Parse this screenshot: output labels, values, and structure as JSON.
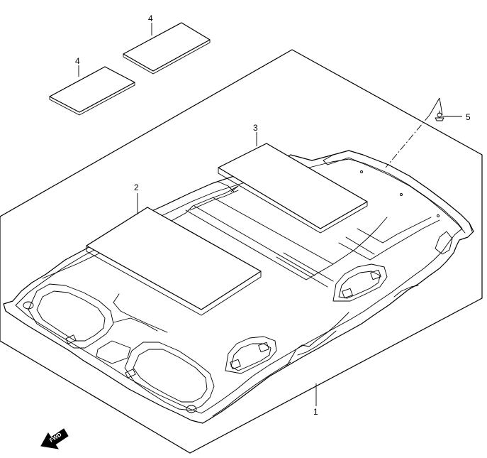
{
  "callouts": {
    "part1": "1",
    "part2": "2",
    "part3": "3",
    "part4_left": "4",
    "part4_right": "4",
    "part5": "5"
  },
  "fwd_label": "FWD"
}
